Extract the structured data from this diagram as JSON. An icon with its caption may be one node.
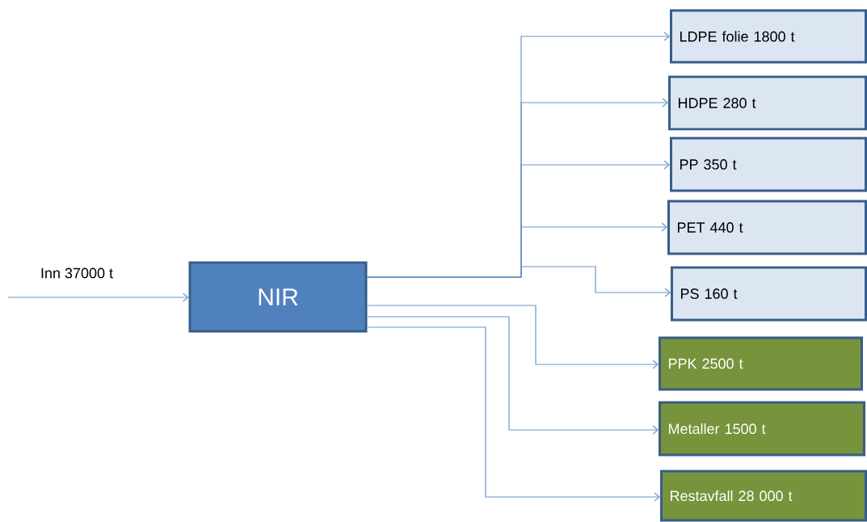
{
  "diagram": {
    "nodes": [
      {
        "text": [
          "NIR"
        ]
      },
      {
        "text": [
          "LDPE folie 1800 t"
        ]
      },
      {
        "text": [
          "HDPE 280 t"
        ]
      },
      {
        "text": [
          "PP 350 t"
        ]
      },
      {
        "text": [
          "PET 440 t"
        ]
      },
      {
        "text": [
          "PS 160 t"
        ]
      },
      {
        "text": [
          "PPK 2500 t"
        ]
      },
      {
        "text": [
          "Metaller 1500 t"
        ]
      },
      {
        "text": [
          "Restavfall 28 000 t"
        ]
      }
    ],
    "edges": [
      {
        "from": null,
        "to": 0,
        "arrow": "to",
        "label": "Inn 37000 t"
      },
      {
        "from": 0,
        "to": 1,
        "arrow": "to"
      },
      {
        "from": 0,
        "to": 2,
        "arrow": "to"
      },
      {
        "from": 0,
        "to": 3,
        "arrow": "to"
      },
      {
        "from": 0,
        "to": 4,
        "arrow": "to"
      },
      {
        "from": 0,
        "to": 5,
        "arrow": "to"
      },
      {
        "from": 0,
        "to": 6,
        "arrow": "to"
      },
      {
        "from": 0,
        "to": 7,
        "arrow": "to"
      },
      {
        "from": 0,
        "to": 8,
        "arrow": "to"
      }
    ]
  }
}
